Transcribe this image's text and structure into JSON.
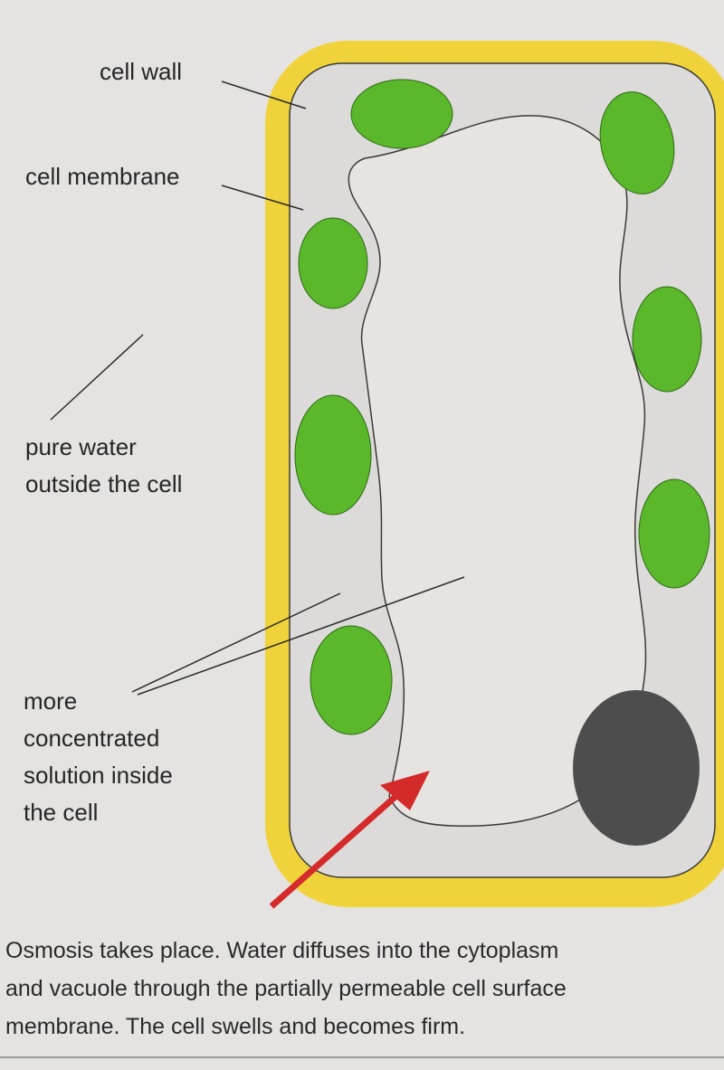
{
  "labels": {
    "cell_wall": "cell wall",
    "cell_membrane": "cell membrane",
    "pure_water": [
      "pure water",
      "outside the cell"
    ],
    "concentrated": [
      "more",
      "concentrated",
      "solution inside",
      "the cell"
    ]
  },
  "caption": [
    "Osmosis takes place. Water diffuses into the cytoplasm",
    "and vacuole through the partially permeable cell surface",
    "membrane. The cell swells and becomes firm."
  ],
  "colors": {
    "cell_wall": "#f0d23a",
    "cytoplasm": "#dcdbd9",
    "vacuole": "#e6e3e1",
    "chloroplast": "#5ab82a",
    "nucleus": "#4d4d4d",
    "arrow": "#d42a2a"
  }
}
